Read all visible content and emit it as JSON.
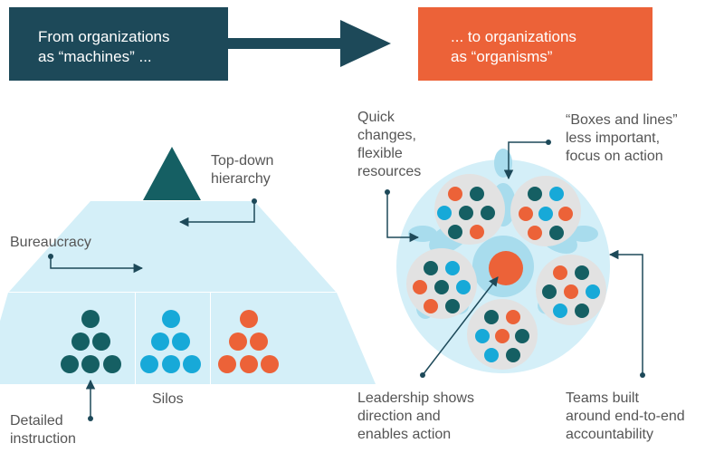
{
  "header": {
    "from_line1": "From organizations",
    "from_line2": "as “machines” ...",
    "to_line1": "... to organizations",
    "to_line2": "as “organisms”"
  },
  "machine": {
    "top_down_line1": "Top-down",
    "top_down_line2": "hierarchy",
    "bureaucracy": "Bureaucracy",
    "silos": "Silos",
    "detailed_line1": "Detailed",
    "detailed_line2": "instruction"
  },
  "organism": {
    "quick_line1": "Quick",
    "quick_line2": "changes,",
    "quick_line3": "flexible",
    "quick_line4": "resources",
    "boxes_line1": "“Boxes and lines”",
    "boxes_line2": "less important,",
    "boxes_line3": "focus on action",
    "leadership_line1": "Leadership shows",
    "leadership_line2": "direction and",
    "leadership_line3": "enables action",
    "teams_line1": "Teams built",
    "teams_line2": "around end-to-end",
    "teams_line3": "accountability"
  },
  "colors": {
    "navy": "#1d4959",
    "teal": "#155f63",
    "cyan": "#17a9d8",
    "orange": "#ec6238",
    "light_blue": "#d4eff8",
    "sky": "#a8dced",
    "grey_circle": "#e2e2e2",
    "text": "#555555"
  }
}
